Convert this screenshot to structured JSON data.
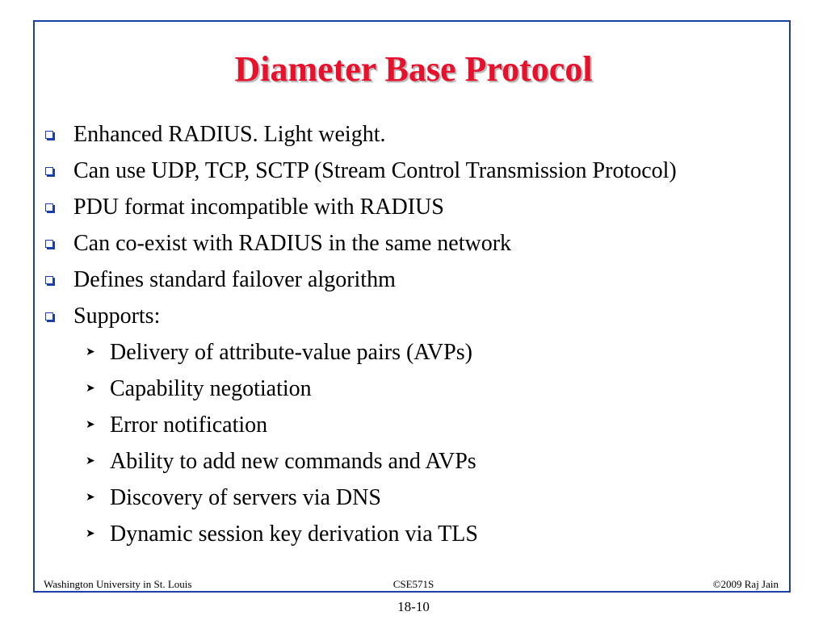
{
  "slide": {
    "title": "Diameter Base Protocol",
    "bullets": [
      {
        "text": "Enhanced RADIUS. Light weight."
      },
      {
        "text": "Can use UDP, TCP, SCTP (Stream Control Transmission Protocol)"
      },
      {
        "text": "PDU format incompatible with RADIUS"
      },
      {
        "text": "Can co-exist with RADIUS in the same network"
      },
      {
        "text": "Defines standard failover algorithm"
      },
      {
        "text": "Supports:"
      }
    ],
    "sub_bullets": [
      {
        "text": "Delivery of attribute-value pairs (AVPs)"
      },
      {
        "text": "Capability negotiation"
      },
      {
        "text": "Error notification"
      },
      {
        "text": "Ability to add new commands and AVPs"
      },
      {
        "text": "Discovery of servers via DNS"
      },
      {
        "text": "Dynamic session key derivation via TLS"
      }
    ]
  },
  "footer": {
    "institution": "Washington University in St. Louis",
    "course": "CSE571S",
    "copyright": "©2009 Raj Jain",
    "page_number": "18-10"
  },
  "colors": {
    "title": "#e8102a",
    "frame": "#1a3fa8"
  }
}
